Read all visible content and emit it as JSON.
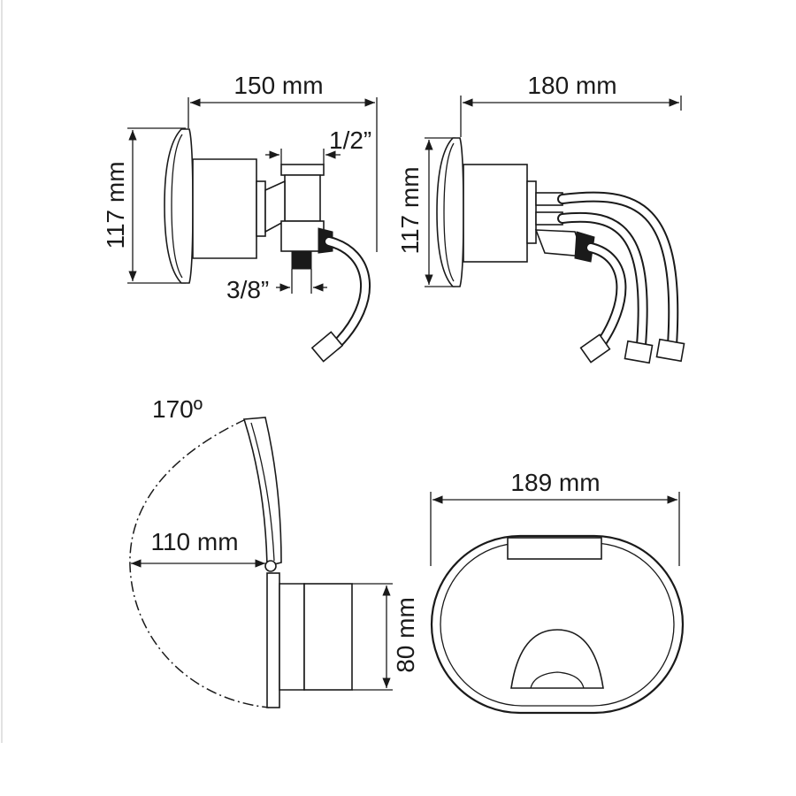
{
  "views": {
    "side_valve": {
      "width_label": "150 mm",
      "height_label": "117 mm",
      "inlet_label": "1/2”",
      "outlet_label": "3/8”"
    },
    "side_hoses": {
      "width_label": "180 mm",
      "height_label": "117 mm"
    },
    "lid_open": {
      "angle_label": "170º",
      "depth_label": "110 mm",
      "body_height_label": "80 mm"
    },
    "front": {
      "width_label": "189 mm"
    }
  },
  "colors": {
    "line": "#1a1a1a",
    "background": "#ffffff"
  }
}
